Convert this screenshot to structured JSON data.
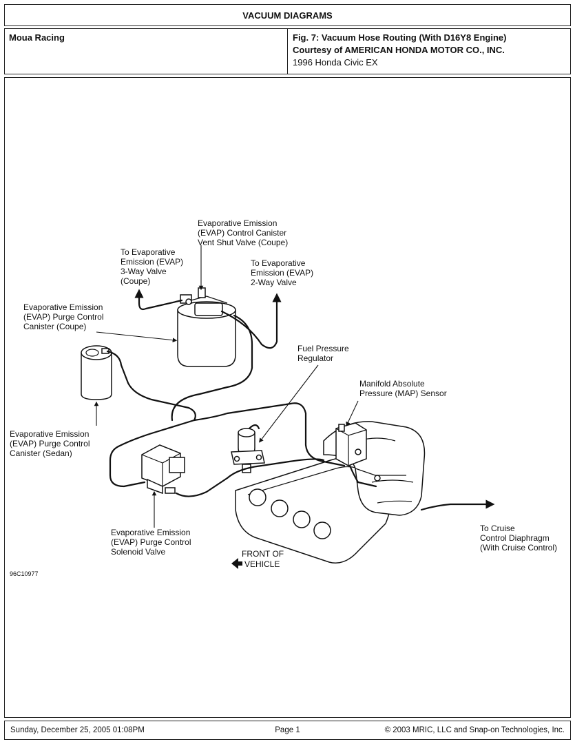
{
  "header": {
    "title": "VACUUM DIAGRAMS",
    "left_label": "Moua Racing",
    "fig_title": "Fig. 7: Vacuum Hose Routing (With D16Y8 Engine)",
    "courtesy": "Courtesy of AMERICAN HONDA MOTOR CO., INC.",
    "vehicle": "1996 Honda Civic EX"
  },
  "diagram": {
    "labels": {
      "vent_shut_valve": [
        "Evaporative Emission",
        "(EVAP) Control Canister",
        "Vent Shut Valve (Coupe)"
      ],
      "three_way_valve": [
        "To Evaporative",
        "Emission (EVAP)",
        "3-Way Valve",
        "(Coupe)"
      ],
      "two_way_valve": [
        "To Evaporative",
        "Emission (EVAP)",
        "2-Way Valve"
      ],
      "canister_coupe": [
        "Evaporative Emission",
        "(EVAP) Purge Control",
        "Canister (Coupe)"
      ],
      "fuel_pressure_regulator": [
        "Fuel Pressure",
        "Regulator"
      ],
      "map_sensor": [
        "Manifold Absolute",
        "Pressure (MAP) Sensor"
      ],
      "canister_sedan": [
        "Evaporative Emission",
        "(EVAP) Purge Control",
        "Canister (Sedan)"
      ],
      "purge_solenoid": [
        "Evaporative Emission",
        "(EVAP) Purge Control",
        "Solenoid Valve"
      ],
      "front_of_vehicle": [
        "FRONT OF",
        "VEHICLE"
      ],
      "cruise_control": [
        "To Cruise",
        "Control Diaphragm",
        "(With Cruise Control)"
      ],
      "figure_code": "96C10977"
    },
    "icons": {
      "front_arrow": "filled-arrow-left-icon",
      "hose_end_arrow": "filled-arrowhead-icon"
    }
  },
  "footer": {
    "date": "Sunday, December 25, 2005  01:08PM",
    "page": "Page 1",
    "copyright": "© 2003 MRIC, LLC and Snap-on Technologies, Inc."
  }
}
